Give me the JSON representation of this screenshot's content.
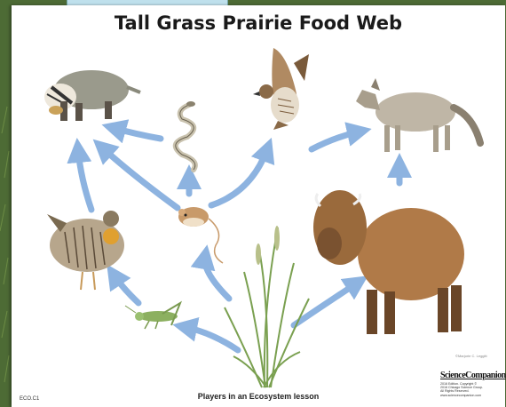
{
  "title": "Tall Grass Prairie Food Web",
  "footer": {
    "code": "ECO.C1",
    "lesson": "Players in an Ecosystem lesson",
    "credit": "©Marjorie C. Leggitt",
    "publisher": "ScienceCompanion",
    "copyright_lines": [
      "2016 Edition. Copyright ©",
      "2016 Chicago Science Group.",
      "All Rights Reserved.",
      "www.sciencecompanion.com"
    ]
  },
  "colors": {
    "arrow": "#8db3e0",
    "background": "#4d6b35",
    "card": "#ffffff"
  },
  "organisms": [
    "badger-icon",
    "snake-icon",
    "hawk-icon",
    "wolf-icon",
    "prairie-chicken-icon",
    "mouse-icon",
    "bison-icon",
    "grasshopper-icon",
    "grass-icon"
  ]
}
